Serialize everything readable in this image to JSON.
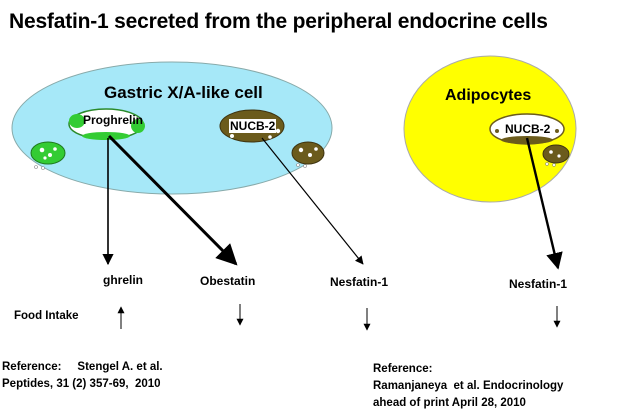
{
  "title": "Nesfatin-1 secreted from the peripheral endocrine cells",
  "cells": {
    "gastric": {
      "label": "Gastric X/A-like cell",
      "color": "#a6e8f8"
    },
    "adipocyte": {
      "label": "Adipocytes",
      "color": "#ffff00"
    }
  },
  "vesicles": {
    "proghrelin": "Proghrelin",
    "nucb2_gastric": "NUCB-2",
    "nucb2_adipocyte": "NUCB-2"
  },
  "products": {
    "ghrelin": "ghrelin",
    "obestatin": "Obestatin",
    "nesfatin_gastric": "Nesfatin-1",
    "nesfatin_adipocyte": "Nesfatin-1"
  },
  "food_intake": {
    "label": "Food Intake",
    "effects": {
      "ghrelin": "up",
      "obestatin": "down",
      "nesfatin_gastric": "down",
      "nesfatin_adipocyte": "down"
    }
  },
  "references": {
    "left": {
      "line1": "Reference:     Stengel A. et al.",
      "line2": "Peptides, 31 (2) 357-69,  2010"
    },
    "right": {
      "line1": "Reference:",
      "line2": "Ramanjaneya  et al. Endocrinology",
      "line3": "ahead of print April 28, 2010"
    }
  },
  "colors": {
    "granule_green": "#33cc33",
    "granule_olive": "#6b5b1c"
  }
}
